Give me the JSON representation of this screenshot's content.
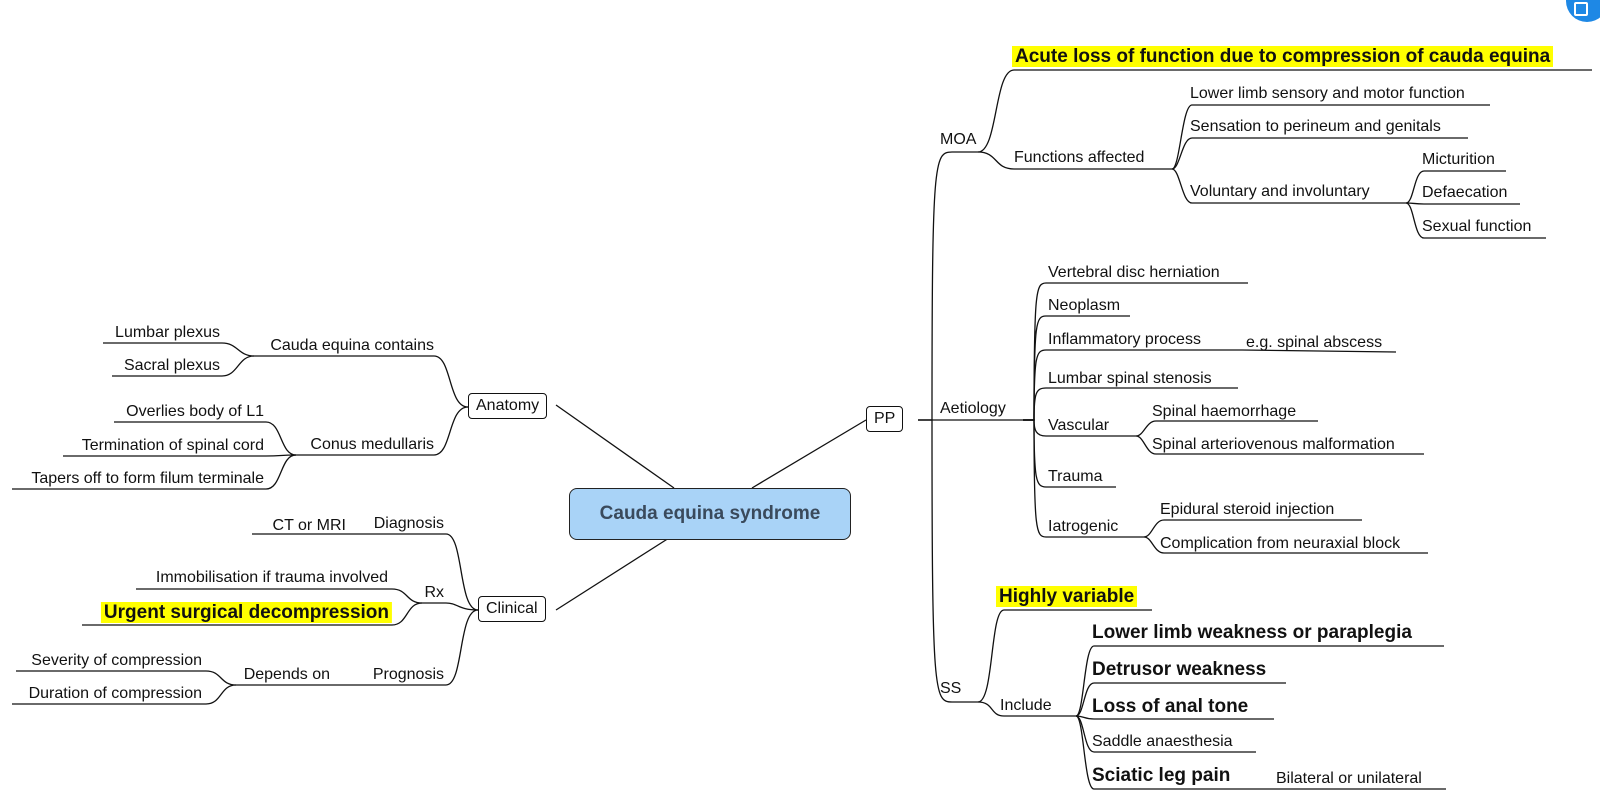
{
  "center": "Cauda equina syndrome",
  "branches": {
    "anatomy": "Anatomy",
    "clinical": "Clinical",
    "pp": "PP"
  },
  "anatomy": {
    "cauda_equina_contains": "Cauda equina contains",
    "lumbar_plexus": "Lumbar plexus",
    "sacral_plexus": "Sacral plexus",
    "conus_medullaris": "Conus medullaris",
    "overlies_l1": "Overlies body of L1",
    "termination": "Termination of spinal cord",
    "tapers": "Tapers off to form filum terminale"
  },
  "clinical": {
    "diagnosis": "Diagnosis",
    "ct_mri": "CT or MRI",
    "rx": "Rx",
    "immobilisation": "Immobilisation if trauma involved",
    "urgent_surgery": "Urgent surgical decompression",
    "prognosis": "Prognosis",
    "depends_on": "Depends on",
    "severity": "Severity of compression",
    "duration": "Duration of compression"
  },
  "moa": {
    "label": "MOA",
    "acute_loss": "Acute loss of function due to compression of cauda equina",
    "functions_affected": "Functions affected",
    "lower_limb": "Lower limb sensory and motor function",
    "sensation": "Sensation to perineum and genitals",
    "voluntary": "Voluntary and involuntary",
    "micturition": "Micturition",
    "defaecation": "Defaecation",
    "sexual": "Sexual function"
  },
  "aetiology": {
    "label": "Aetiology",
    "disc": "Vertebral disc herniation",
    "neoplasm": "Neoplasm",
    "inflammatory": "Inflammatory process",
    "abscess": "e.g. spinal abscess",
    "stenosis": "Lumbar spinal stenosis",
    "vascular": "Vascular",
    "haemorrhage": "Spinal haemorrhage",
    "avm": "Spinal arteriovenous malformation",
    "trauma": "Trauma",
    "iatrogenic": "Iatrogenic",
    "epidural": "Epidural steroid injection",
    "complication": "Complication from neuraxial block"
  },
  "ss": {
    "label": "SS",
    "variable": "Highly variable",
    "include": "Include",
    "weakness": "Lower limb weakness or paraplegia",
    "detrusor": "Detrusor weakness",
    "anal_tone": "Loss of anal tone",
    "saddle": "Saddle anaesthesia",
    "sciatic": "Sciatic leg pain",
    "bilateral": "Bilateral or unilateral"
  },
  "colors": {
    "center_fill": "#a9d3f7",
    "highlight": "#ffff00",
    "line": "#111111"
  }
}
